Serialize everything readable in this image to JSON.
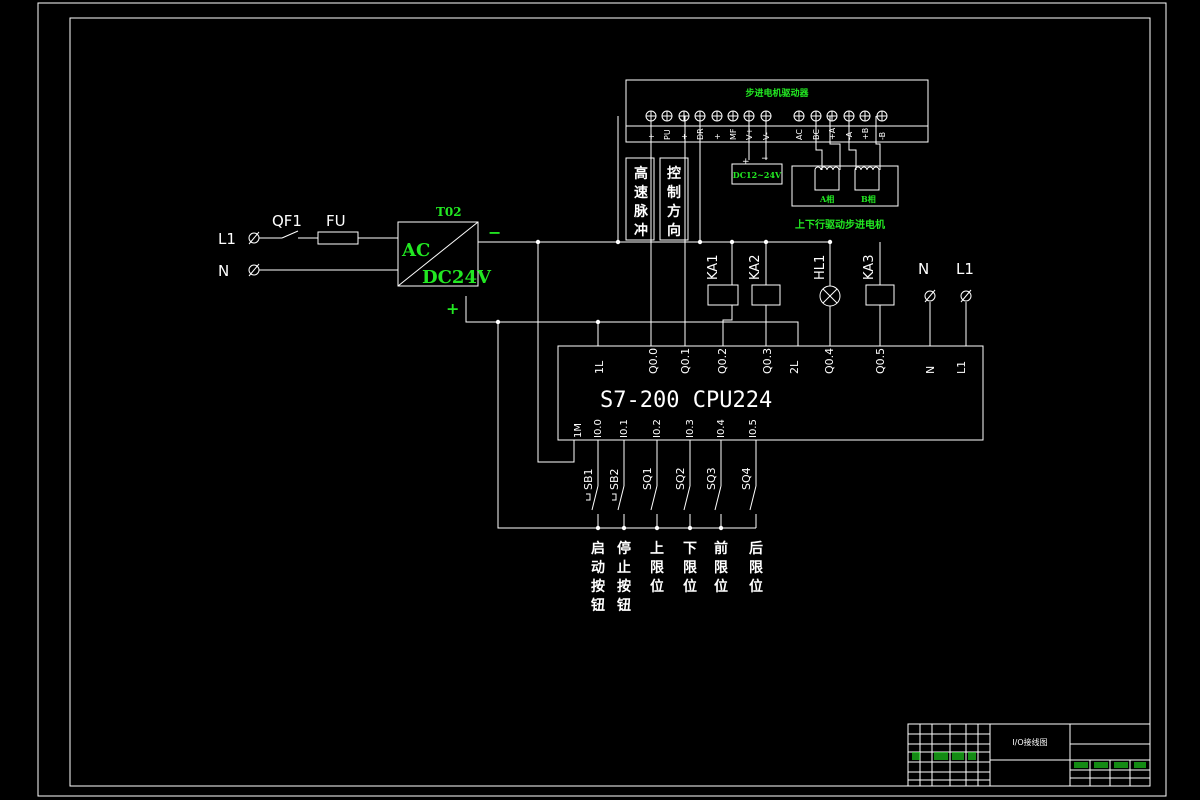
{
  "main_supply": {
    "l1": "L1",
    "n": "N",
    "breaker": "QF1",
    "fuse": "FU"
  },
  "psu": {
    "tag": "T02",
    "ac": "AC",
    "dc": "DC24V",
    "minus": "−",
    "plus": "+"
  },
  "driver": {
    "title": "步进电机驱动器",
    "terminals": [
      "+",
      "PU",
      "+",
      "DR",
      "+",
      "MF",
      "V+",
      "V-",
      "AC",
      "BC",
      "+A",
      "-A",
      "+B",
      "-B"
    ],
    "supply_box": "DC12~24V",
    "supply_plus": "+",
    "supply_minus": "−",
    "phase_a": "A相",
    "phase_b": "B相",
    "motor_caption": "上下行驱动步进电机"
  },
  "signal_labels": {
    "pulse": "高速脉冲",
    "direction": "控制方向"
  },
  "output_devices": [
    "KA1",
    "KA2",
    "HL1",
    "KA3"
  ],
  "right_supply": {
    "n": "N",
    "l1": "L1"
  },
  "plc": {
    "model": "S7-200  CPU224",
    "top_terminals": [
      "1L",
      "Q0.0",
      "Q0.1",
      "Q0.2",
      "Q0.3",
      "2L",
      "Q0.4",
      "Q0.5",
      "N",
      "L1"
    ],
    "bottom_terminals": [
      "1M",
      "I0.0",
      "I0.1",
      "I0.2",
      "I0.3",
      "I0.4",
      "I0.5"
    ]
  },
  "input_devices": [
    "SB1",
    "SB2",
    "SQ1",
    "SQ2",
    "SQ3",
    "SQ4"
  ],
  "input_captions": [
    "启动按钮",
    "停止按钮",
    "上限位",
    "下限位",
    "前限位",
    "后限位"
  ],
  "title_block": {
    "drawing_title": "I/O接线图"
  }
}
